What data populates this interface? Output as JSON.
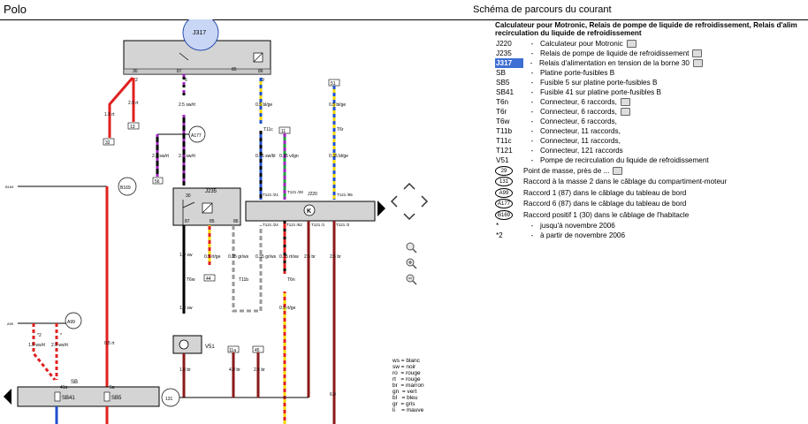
{
  "app_title": "Polo",
  "panel_title": "Schéma de parcours du courant",
  "legend": {
    "heading_line1": "Calculateur pour Motronic, Relais de pompe de liquide de refroidissement, Relais d'alim",
    "heading_line2": "recirculation du liquide de refroidissement",
    "items": [
      {
        "code": "J220",
        "desc": "Calculateur pour Motronic",
        "camera": true,
        "highlight": false
      },
      {
        "code": "J235",
        "desc": "Relais de pompe de liquide de refroidissement",
        "camera": true,
        "highlight": false
      },
      {
        "code": "J317",
        "desc": "Relais d'alimentation en tension de la borne 30",
        "camera": true,
        "highlight": true
      },
      {
        "code": "SB",
        "desc": "Platine porte-fusibles B",
        "camera": false,
        "highlight": false
      },
      {
        "code": "SB5",
        "desc": "Fusible 5 sur platine porte-fusibles B",
        "camera": false,
        "highlight": false
      },
      {
        "code": "SB41",
        "desc": "Fusible 41 sur platine porte-fusibles B",
        "camera": false,
        "highlight": false
      },
      {
        "code": "T6n",
        "desc": "Connecteur, 6 raccords,",
        "camera": true,
        "highlight": false
      },
      {
        "code": "T6r",
        "desc": "Connecteur, 6 raccords,",
        "camera": true,
        "highlight": false
      },
      {
        "code": "T6w",
        "desc": "Connecteur, 6 raccords,",
        "camera": false,
        "highlight": false
      },
      {
        "code": "T11b",
        "desc": "Connecteur, 11 raccords,",
        "camera": false,
        "highlight": false
      },
      {
        "code": "T11c",
        "desc": "Connecteur, 11 raccords,",
        "camera": false,
        "highlight": false
      },
      {
        "code": "T121",
        "desc": "Connecteur, 121 raccords",
        "camera": false,
        "highlight": false
      },
      {
        "code": "V51",
        "desc": "Pompe de recirculation du liquide de refroidissement",
        "camera": false,
        "highlight": false
      }
    ],
    "badge_items": [
      {
        "badge": "29",
        "desc": "Point de masse, près de ...",
        "camera": true
      },
      {
        "badge": "131",
        "desc": "Raccord à la masse 2 dans le câblage du compartiment-moteur",
        "camera": false
      },
      {
        "badge": "A99",
        "desc": "Raccord 1 (87) dans le câblage du tableau de bord",
        "camera": false
      },
      {
        "badge": "A177",
        "desc": "Raccord 6 (87) dans le câblage du tableau de bord",
        "camera": false
      },
      {
        "badge": "B169",
        "desc": "Raccord positif 1 (30) dans le câblage de l'habitacle",
        "camera": false
      }
    ],
    "notes": [
      {
        "code": "*",
        "desc": "jusqu'à novembre 2006"
      },
      {
        "code": "*2",
        "desc": "à partir de novembre 2006"
      }
    ]
  },
  "color_legend": [
    "ws = blanc",
    "sw = noir",
    "ro  = rouge",
    "rt   = rouge",
    "br  = marron",
    "gn  = vert",
    "bl   = bleu",
    "gr  = gris",
    "li    = mauve"
  ],
  "diagram": {
    "labels": {
      "J317": "J317",
      "J235": "J235",
      "J220": "J220",
      "V51": "V51",
      "K": "K",
      "SB": "SB",
      "SB41": "SB41",
      "SB5": "SB5",
      "A177": "A177",
      "B169": "B169",
      "A99": "A99",
      "G131": "131",
      "T11c": "T11c",
      "T6r": "T6r",
      "T6w": "T6w",
      "T11b": "T11b",
      "T6n": "T6n",
      "T121_21": "T121 /21",
      "T121_28": "T121 /28",
      "T121_65": "T121 /65",
      "T121_24": "T121 /24",
      "T121_62": "T121 /62",
      "T121_1": "T121 /1",
      "T121_2": "T121 /2",
      "pin30": "30",
      "pin85": "85",
      "pin87": "87",
      "pin86": "86",
      "pin2": "2",
      "pin6": "6",
      "pin9": "9",
      "pin41a": "41a",
      "pin5a": "5a",
      "cross_32": "32",
      "cross_13": "13",
      "cross_56": "56",
      "cross_51": "51",
      "cross_44": "44",
      "cross_11": "11",
      "cross_11a": "11a",
      "cross_45": "45",
      "side_b169": "B169",
      "side_a99": "A99"
    },
    "wires": {
      "w_red_diag": "1.5 rt",
      "w_red_2": "2.5 rt",
      "w_6": "2.5 sw/rt",
      "w_9": "0.5 bl/ge",
      "w_51": "0.5 bl/ge",
      "w_left1": "2.5 sw/rt",
      "w_left2": "2.5 sw/rt",
      "w_t11c": "0.35 sw/bl",
      "w_t121_28": "0.35 vi/gn",
      "w_t6r": "0.35 bl/ge",
      "w_sw": "1.0 sw",
      "w_rtge": "0.5 rt/ge",
      "w_grws1": "0.35 gr/ws",
      "w_grws2": "0.35 gr/ws",
      "w_rtsw": "0.35 rt/sw",
      "w_br1": "2.5 br",
      "w_br2": "2.5 br",
      "w_sw2": "1.0 sw",
      "w_rtge2": "0.5 rt/ge",
      "w_vbr": "1.0 br",
      "w_br4": "4.0 br",
      "w_br3": "2.5 br",
      "w_br6": "6.0",
      "w_ws1": "1.5 ws/rt",
      "w_ws2": "2.5 ws/rt",
      "w_red_main": "0.5 rt",
      "note_star2": "*2",
      "note_star": "*"
    }
  },
  "colors": {
    "highlight": "#3d6fd4",
    "relay_bubble": "#c9d6f5",
    "box_fill": "#d4d4d4"
  }
}
